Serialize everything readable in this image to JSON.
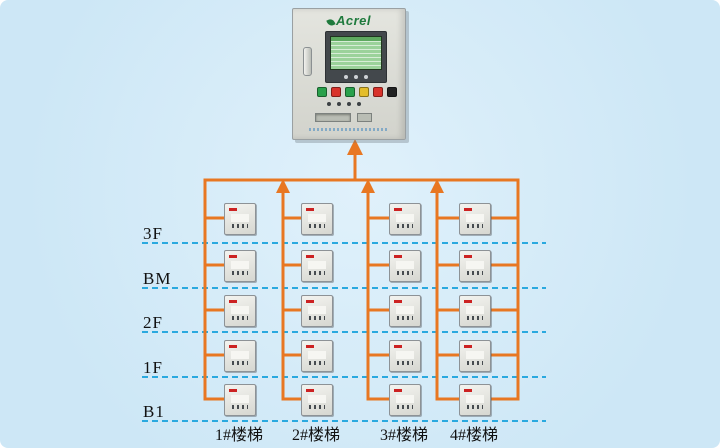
{
  "colors": {
    "background": "#cde7f6",
    "background_hi": "#e0f1fb",
    "wire": "#e87722",
    "guide": "#2aa9df",
    "brand_green": "#1f7a3d",
    "device_red": "#cc2222",
    "screen_green": "#9bd29a"
  },
  "panel": {
    "brand": "Acrel",
    "buttons": [
      "#2aa14c",
      "#d9332b",
      "#2aa14c",
      "#e4bd2a",
      "#d9332b",
      "#222222"
    ]
  },
  "floors": [
    {
      "label": "3F"
    },
    {
      "label": "BM"
    },
    {
      "label": "2F"
    },
    {
      "label": "1F"
    },
    {
      "label": "B1"
    }
  ],
  "stairs": [
    {
      "label": "1#楼梯"
    },
    {
      "label": "2#楼梯"
    },
    {
      "label": "3#楼梯"
    },
    {
      "label": "4#楼梯"
    }
  ]
}
